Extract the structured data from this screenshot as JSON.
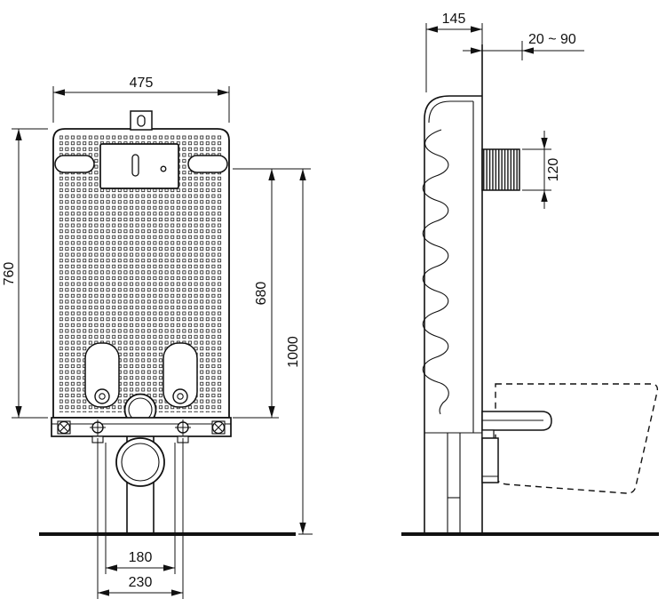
{
  "meta": {
    "title": "concealed-cistern-frame-installation-drawing",
    "background": "#ffffff",
    "ink": "#111111"
  },
  "views": {
    "front": {
      "name": "front-view",
      "dimensions": {
        "width": "475",
        "height_left": "760",
        "height_inner": "680",
        "height_overall": "1000",
        "fixing_inner": "180",
        "fixing_outer": "230"
      }
    },
    "side": {
      "name": "side-view",
      "dimensions": {
        "depth": "145",
        "wall_adjust_range": "20 ~ 90",
        "plate_height": "120"
      }
    }
  }
}
